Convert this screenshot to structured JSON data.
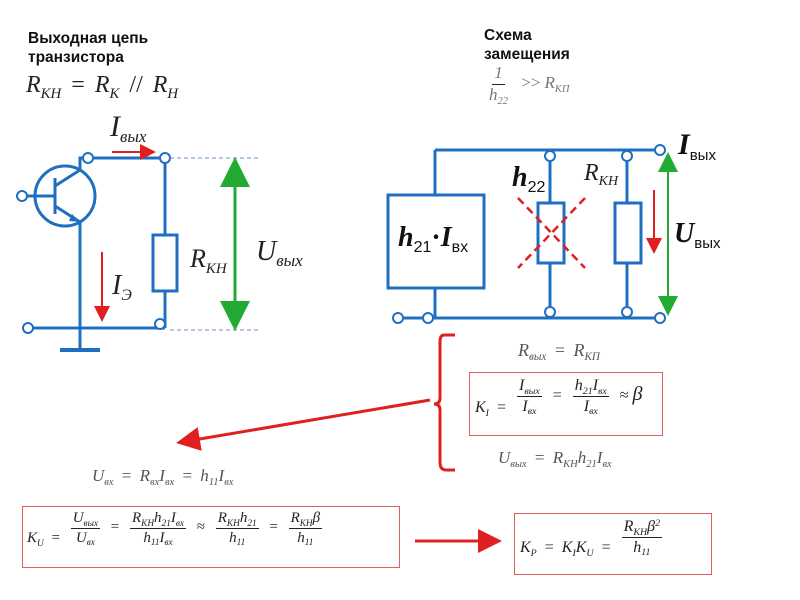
{
  "left": {
    "title_line1": "Выходная цепь",
    "title_line2": "транзистора",
    "formula_rkn": {
      "lhs": "R",
      "lhs_sub": "КН",
      "eq": "=",
      "r1": "R",
      "r1_sub": "К",
      "par": "//",
      "r2": "R",
      "r2_sub": "Н"
    },
    "label_i_out": {
      "main": "I",
      "sub": "вых"
    },
    "label_i_e": {
      "main": "I",
      "sub": "Э"
    },
    "label_r_kn": {
      "main": "R",
      "sub": "КН"
    },
    "label_u_out": {
      "main": "U",
      "sub": "вых"
    }
  },
  "right": {
    "title_line1": "Схема",
    "title_line2": "замещения",
    "cond": {
      "num": "1",
      "den": "h",
      "den_sub": "22",
      "op": ">>",
      "rhs": "R",
      "rhs_sub": "КП"
    },
    "source_label": {
      "h": "h",
      "h_sub": "21",
      "dot": "·",
      "i": "I",
      "i_sub": "вх"
    },
    "h22_label": {
      "h": "h",
      "sub": "22"
    },
    "rkn_label": {
      "main": "R",
      "sub": "КН"
    },
    "i_out_label": {
      "main": "I",
      "sub": "вых"
    },
    "u_out_label": {
      "main": "U",
      "sub": "вых"
    }
  },
  "results": {
    "rout": {
      "l": "R",
      "l_sub": "вых",
      "eq": "=",
      "r": "R",
      "r_sub": "КП"
    },
    "ki": {
      "k": "K",
      "k_sub": "I",
      "eq": "=",
      "n1": "I",
      "n1_sub": "вых",
      "d1": "I",
      "d1_sub": "вх",
      "eq2": "=",
      "n2a": "h",
      "n2a_sub": "21",
      "n2b": "I",
      "n2b_sub": "вх",
      "d2": "I",
      "d2_sub": "вх",
      "approx": "≈",
      "beta": "β"
    },
    "uout": {
      "l": "U",
      "l_sub": "вых",
      "eq": "=",
      "r1": "R",
      "r1_sub": "КН",
      "r2": "h",
      "r2_sub": "21",
      "r3": "I",
      "r3_sub": "вх"
    },
    "uin": {
      "l": "U",
      "l_sub": "вх",
      "eq": "=",
      "a": "R",
      "a_sub": "вх",
      "b": "I",
      "b_sub": "вх",
      "eq2": "=",
      "c": "h",
      "c_sub": "11",
      "d": "I",
      "d_sub": "вх"
    },
    "ku": {
      "k": "K",
      "k_sub": "U",
      "eq": "=",
      "f1n": "U",
      "f1n_sub": "вых",
      "f1d": "U",
      "f1d_sub": "вх",
      "eq2": "=",
      "f2n_r": "R",
      "f2n_r_sub": "КН",
      "f2n_h": "h",
      "f2n_h_sub": "21",
      "f2n_i": "I",
      "f2n_i_sub": "вх",
      "f2d_h": "h",
      "f2d_h_sub": "11",
      "f2d_i": "I",
      "f2d_i_sub": "вх",
      "approx": "≈",
      "f3n_r": "R",
      "f3n_r_sub": "КН",
      "f3n_h": "h",
      "f3n_h_sub": "21",
      "f3d": "h",
      "f3d_sub": "11",
      "eq3": "=",
      "f4n_r": "R",
      "f4n_r_sub": "КН",
      "f4n_b": "β",
      "f4d": "h",
      "f4d_sub": "11"
    },
    "kp": {
      "k": "K",
      "k_sub": "P",
      "eq": "=",
      "a": "K",
      "a_sub": "I",
      "b": "K",
      "b_sub": "U",
      "eq2": "=",
      "fn_r": "R",
      "fn_r_sub": "КН",
      "fn_b": "β",
      "fn_exp": "2",
      "fd": "h",
      "fd_sub": "11"
    }
  },
  "colors": {
    "wire": "#1f6fc0",
    "arrow_red": "#e02020",
    "arrow_green": "#22aa33",
    "box_border": "#e06060",
    "cross": "#e02020"
  }
}
